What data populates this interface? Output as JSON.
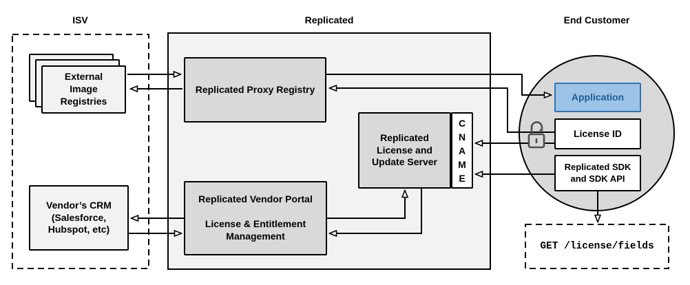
{
  "sections": {
    "isv": {
      "title": "ISV"
    },
    "replicated": {
      "title": "Replicated"
    },
    "end_customer": {
      "title": "End Customer"
    }
  },
  "nodes": {
    "external_image_registries": {
      "label": "External Image Registries"
    },
    "vendors_crm": {
      "label": "Vendor’s CRM (Salesforce, Hubspot, etc)"
    },
    "replicated_proxy_registry": {
      "label": "Replicated Proxy Registry"
    },
    "replicated_vendor_portal": {
      "title": "Replicated Vendor Portal",
      "subtitle": "License & Entitlement Management"
    },
    "replicated_license_update_server": {
      "label": "Replicated License and Update Server"
    },
    "cname": {
      "label": "CNAME",
      "letters": [
        "C",
        "N",
        "A",
        "M",
        "E"
      ]
    },
    "application": {
      "label": "Application"
    },
    "license_id": {
      "label": "License ID"
    },
    "replicated_sdk": {
      "label": "Replicated SDK and SDK API"
    },
    "get_license_fields": {
      "label": "GET /license/fields"
    }
  },
  "icons": {
    "unlocked_padlock": "unlocked-padlock-icon"
  },
  "colors": {
    "application_fill": "#9dc3e6",
    "application_border": "#2e75b6",
    "application_text": "#1e5c97",
    "node_fill": "#d9d9d9",
    "container_fill": "#f2f2f2",
    "line": "#000000"
  }
}
